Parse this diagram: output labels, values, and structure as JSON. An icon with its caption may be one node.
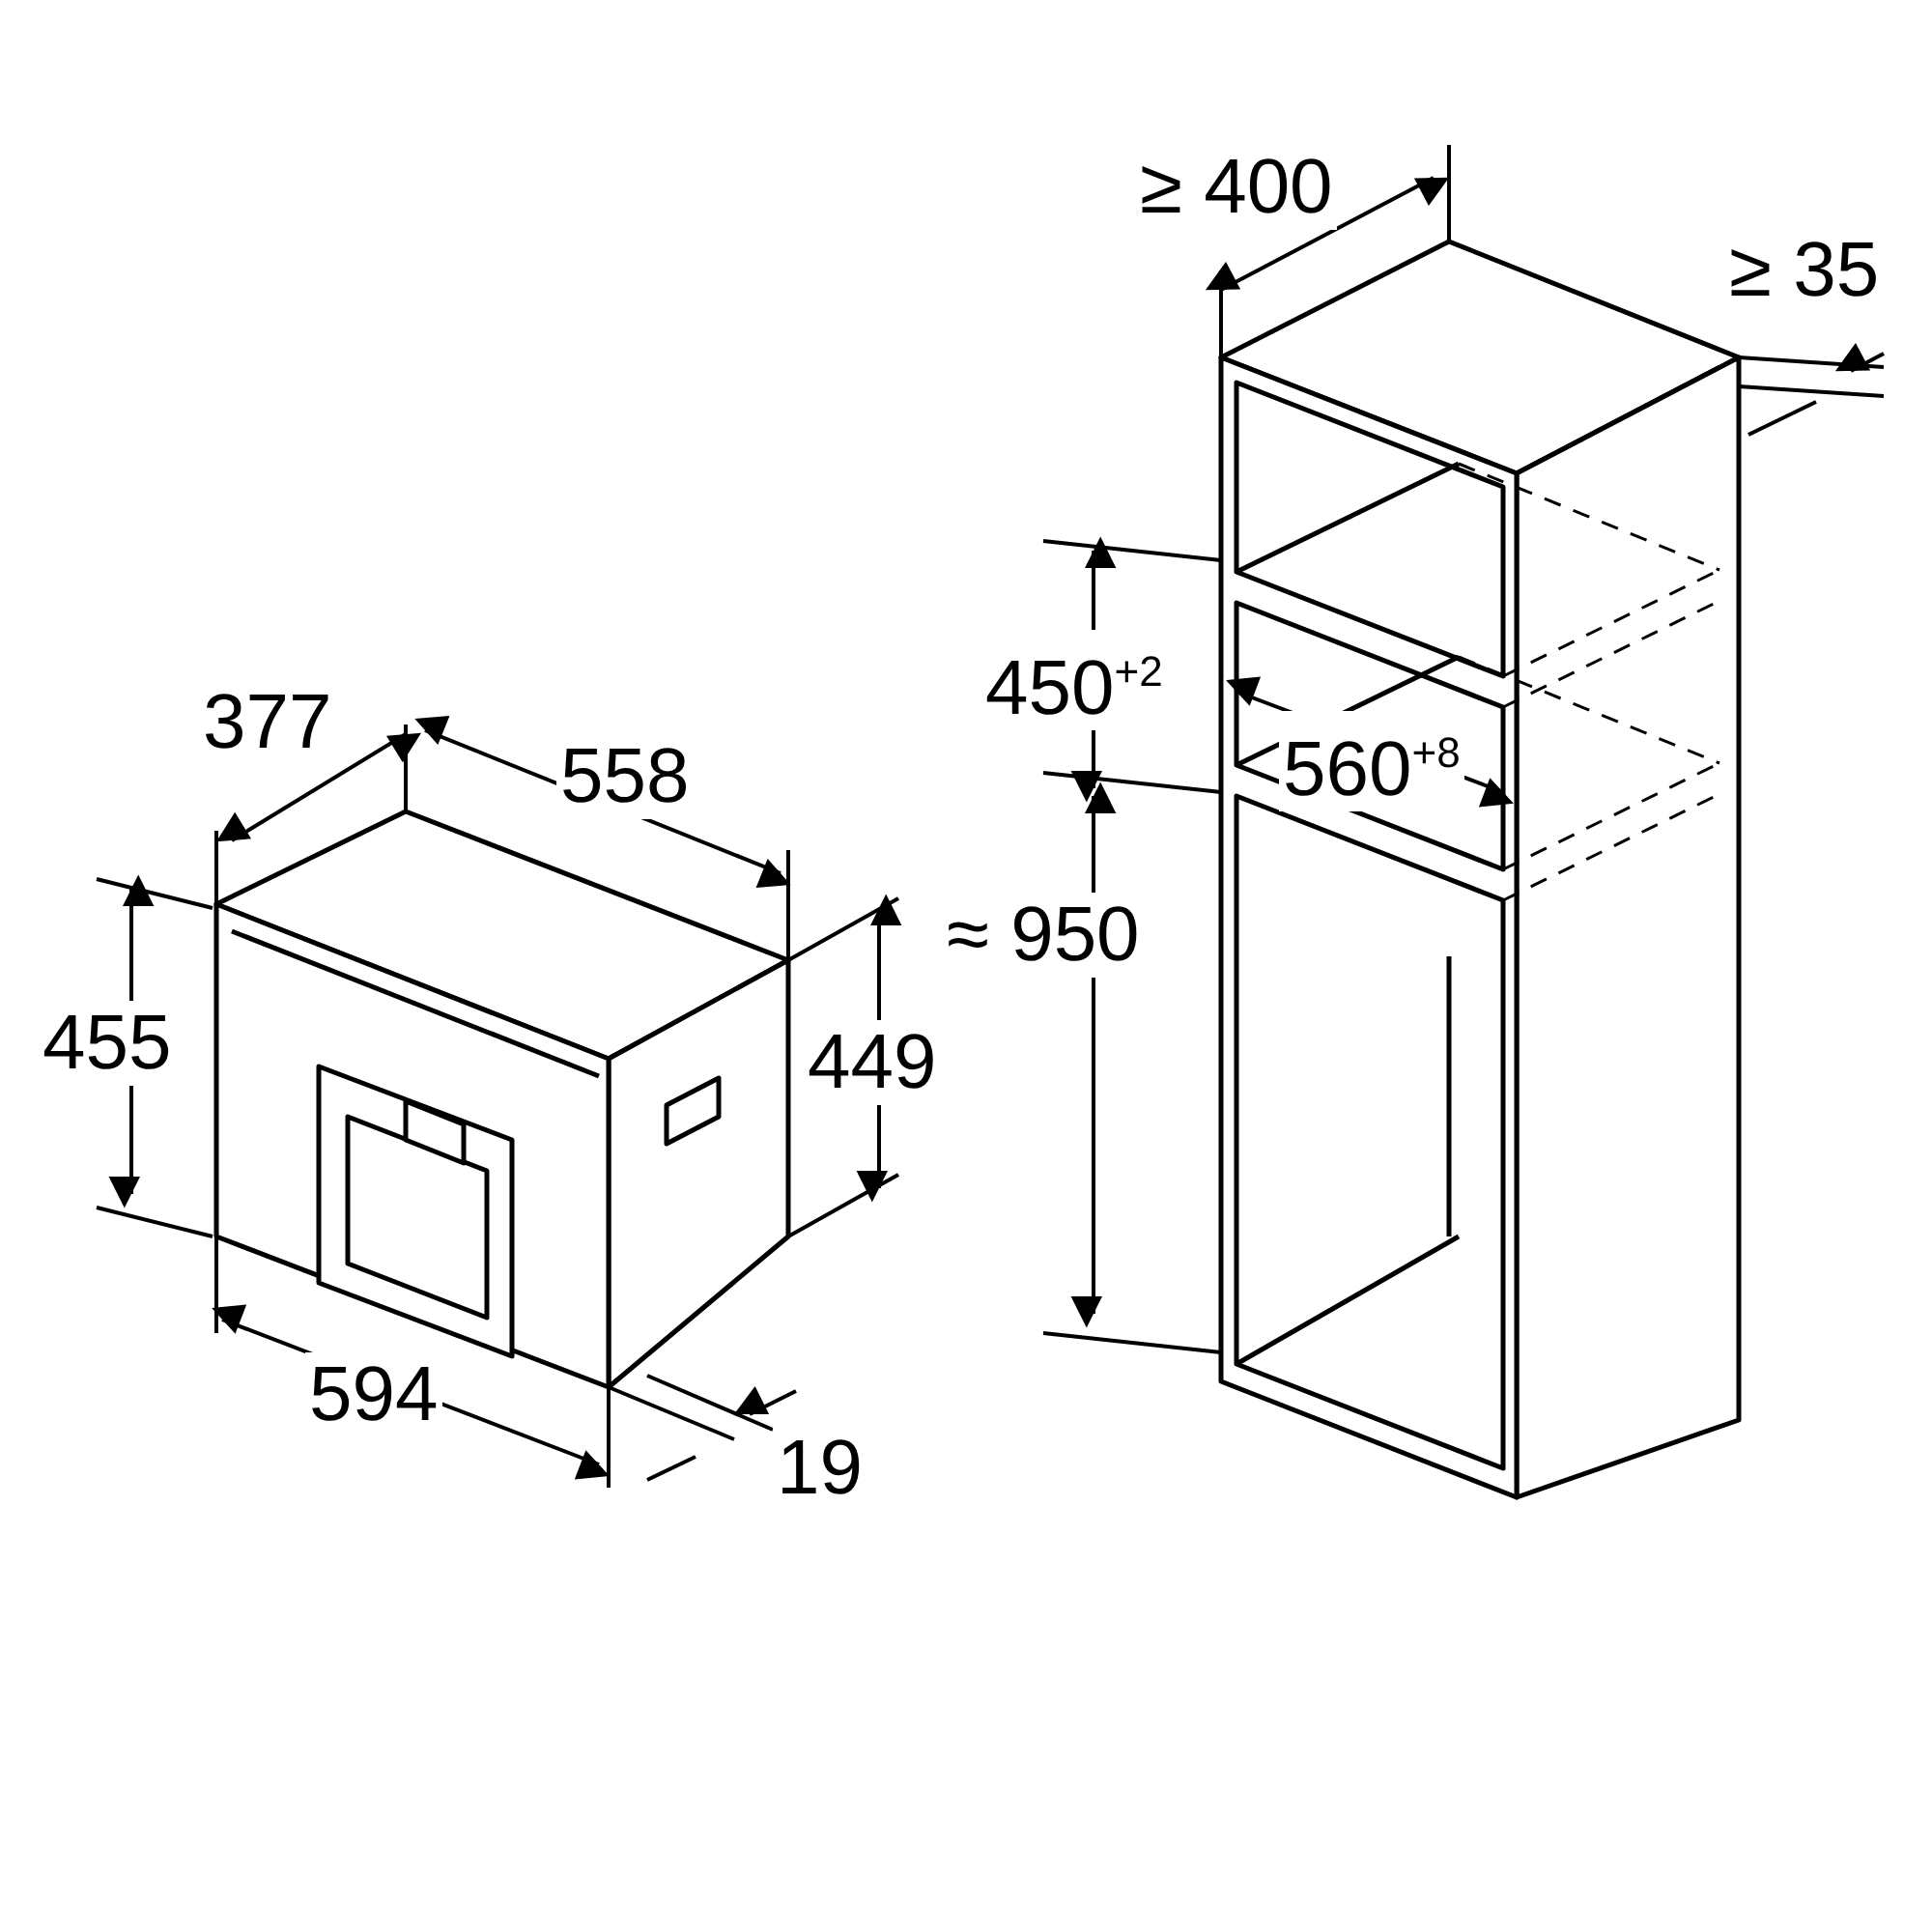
{
  "diagram": {
    "labels": [
      "≥ 400",
      "≥ 35",
      "450$^{+2}$",
      "560$^{+8}$",
      "377",
      "558",
      "≈ 950",
      "455",
      "449",
      "594",
      "19"
    ]
  }
}
